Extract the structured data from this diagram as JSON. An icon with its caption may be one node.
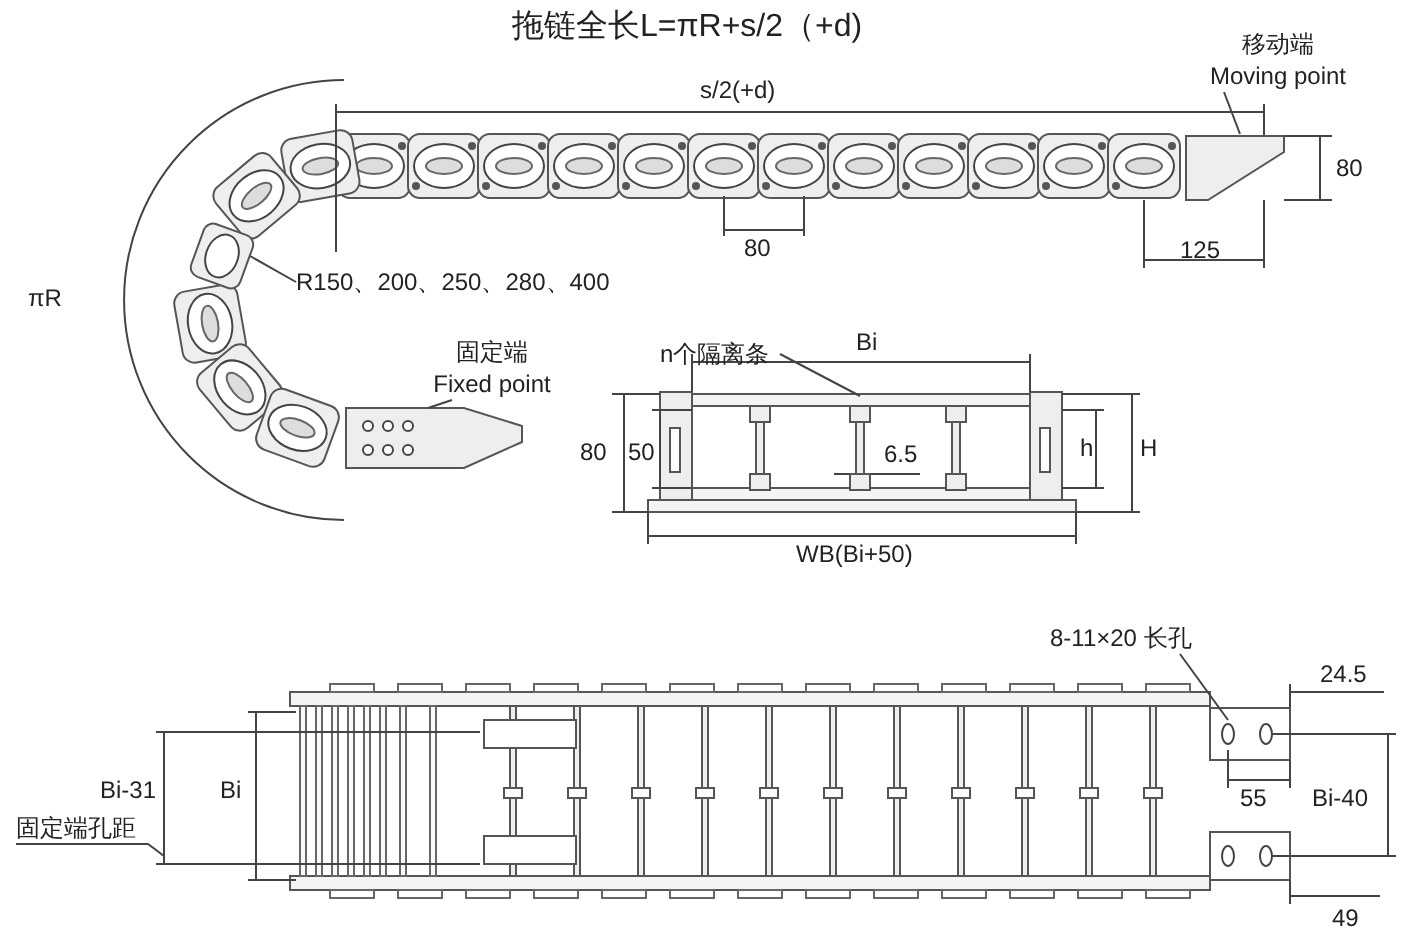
{
  "diagram": {
    "title": "拖链全长L=πR+s/2（+d)",
    "nodes": [
      {
        "text": [
          "移动端",
          "Moving point"
        ]
      },
      {
        "text": [],
        "shape": "picture"
      },
      {
        "text": [
          "R150、200、250、280、400"
        ]
      },
      {
        "text": [],
        "shape": "picture"
      },
      {
        "text": [
          "固定端",
          "Fixed point"
        ]
      },
      {
        "text": [],
        "shape": "picture"
      },
      {
        "text": [
          "n个隔离条"
        ]
      },
      {
        "text": [],
        "shape": "picture"
      },
      {
        "text": [
          "8-11×20 长孔"
        ]
      },
      {
        "text": [],
        "shape": "circle"
      },
      {
        "text": [
          "固定端孔距"
        ]
      }
    ],
    "edges": [
      {
        "from": 0,
        "to": 1,
        "arrow": "none"
      },
      {
        "from": 2,
        "to": 3,
        "arrow": "none"
      },
      {
        "from": 4,
        "to": 5,
        "arrow": "none"
      },
      {
        "from": 6,
        "to": 7,
        "arrow": "none"
      },
      {
        "from": 8,
        "to": 9,
        "arrow": "none"
      },
      {
        "from": 10,
        "to": null,
        "arrow": "none"
      }
    ],
    "labels": [
      "s/2(+d)",
      "80",
      "80",
      "125",
      "πR",
      "Bi",
      "80",
      "50",
      "6.5",
      "h",
      "H",
      "WB(Bi+50)",
      "24.5",
      "Bi-31",
      "Bi",
      "55",
      "Bi-40",
      "49"
    ]
  }
}
